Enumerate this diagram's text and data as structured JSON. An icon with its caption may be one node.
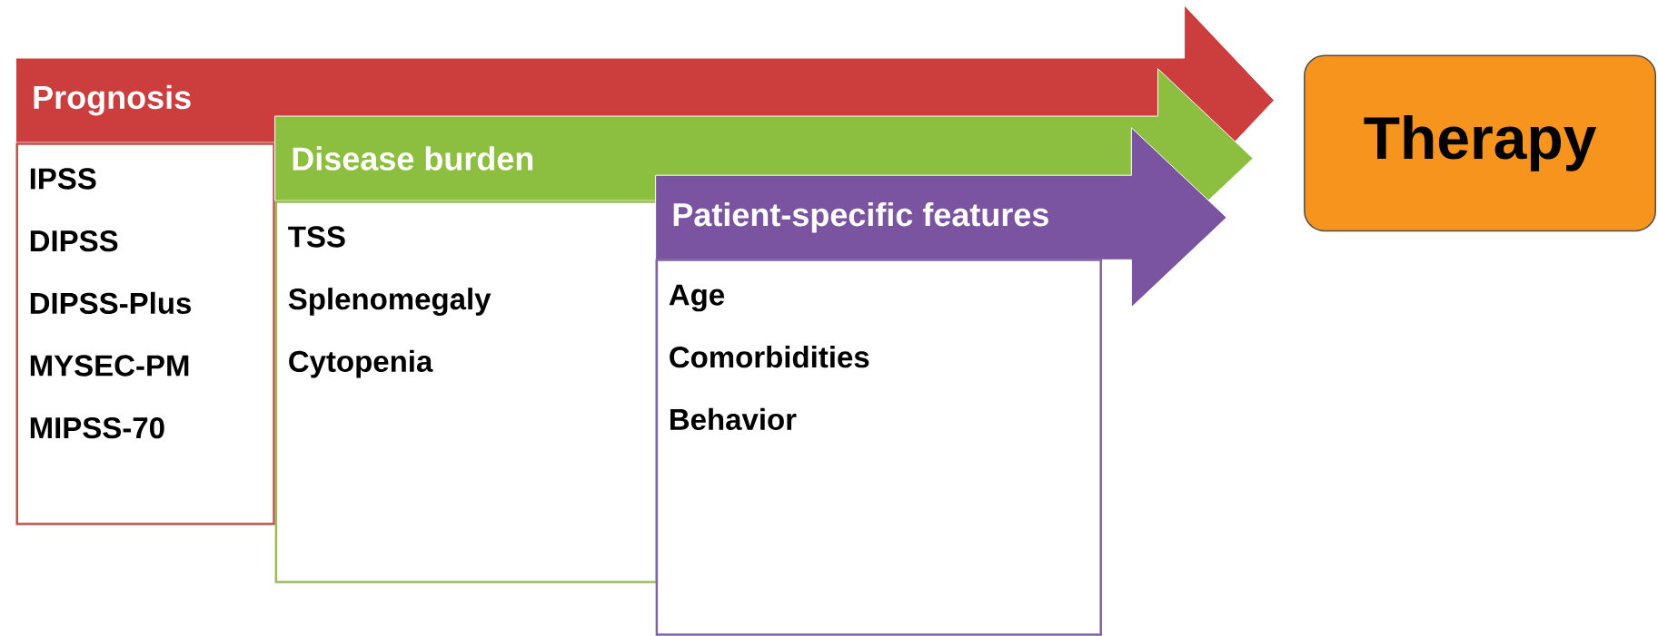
{
  "diagram": {
    "nodes": [
      {
        "text": [
          "Prognosis"
        ]
      },
      {
        "text": [
          "IPSS",
          "DIPSS",
          "DIPSS-Plus",
          "MYSEC-PM",
          "MIPSS-70"
        ]
      },
      {
        "text": [
          "Disease burden"
        ]
      },
      {
        "text": [
          "TSS",
          "Splenomegaly",
          "Cytopenia"
        ]
      },
      {
        "text": [
          "Patient-specific features"
        ]
      },
      {
        "text": [
          "Age",
          "Comorbidities",
          "Behavior"
        ]
      },
      {
        "text": [
          "Therapy"
        ]
      }
    ]
  }
}
